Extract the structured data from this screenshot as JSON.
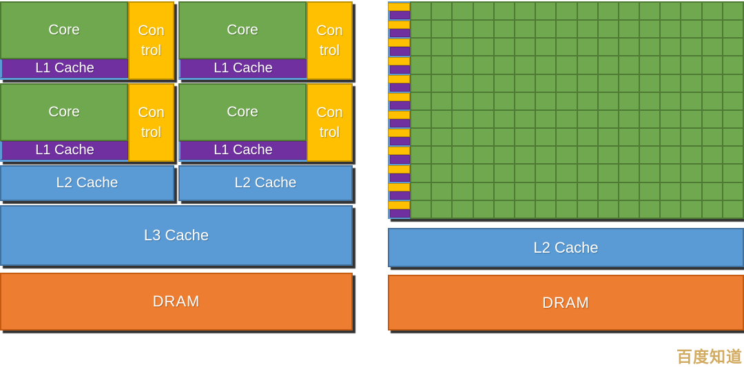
{
  "colors": {
    "background": "#ffffff",
    "core_green": "#6fa84e",
    "green_border": "#4f7a33",
    "control_yellow": "#fec000",
    "yellow_border": "#bf9000",
    "l1_purple": "#7030a0",
    "purple_border": "#5b2580",
    "cache_blue": "#5b9bd5",
    "blue_border": "#41719c",
    "dram_orange": "#ed7d31",
    "orange_border": "#c55a11",
    "text": "#ffffff",
    "shadow": "rgba(0,0,0,0.8)",
    "watermark": "#d2ab62"
  },
  "cpu": {
    "quadrants": [
      {
        "core": "Core",
        "control_top": "Con",
        "control_bottom": "trol",
        "l1": "L1 Cache"
      },
      {
        "core": "Core",
        "control_top": "Con",
        "control_bottom": "trol",
        "l1": "L1 Cache"
      },
      {
        "core": "Core",
        "control_top": "Con",
        "control_bottom": "trol",
        "l1": "L1 Cache"
      },
      {
        "core": "Core",
        "control_top": "Con",
        "control_bottom": "trol",
        "l1": "L1 Cache"
      }
    ],
    "l2_blocks": [
      {
        "label": "L2 Cache"
      },
      {
        "label": "L2 Cache"
      }
    ],
    "l3": {
      "label": "L3 Cache"
    },
    "dram": {
      "label": "DRAM"
    }
  },
  "gpu": {
    "grid": {
      "rows": 12,
      "cols": 16
    },
    "l2": {
      "label": "L2 Cache"
    },
    "dram": {
      "label": "DRAM"
    }
  },
  "watermark": {
    "text": "百度知道"
  }
}
